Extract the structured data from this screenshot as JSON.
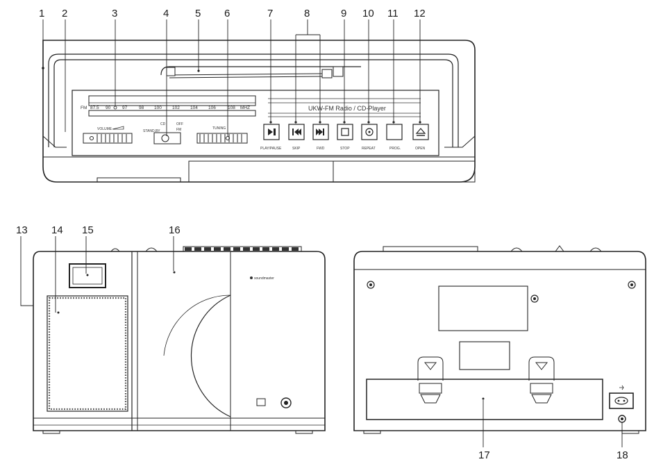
{
  "callouts": [
    "1",
    "2",
    "3",
    "4",
    "5",
    "6",
    "7",
    "8",
    "9",
    "10",
    "11",
    "12",
    "13",
    "14",
    "15",
    "16",
    "17",
    "18"
  ],
  "front_panel": {
    "dial_scale": [
      "FM",
      "87.5",
      "90",
      "97",
      "98",
      "100",
      "102",
      "104",
      "106",
      "108",
      "MHZ"
    ],
    "volume_label": "VOLUME",
    "tuning_label": "TUNING",
    "switch_labels": [
      "CD",
      "OFF",
      "STAND.BY",
      "FM"
    ],
    "cd_display": "UKW-FM Radio / CD-Player",
    "buttons": [
      "PLAY/PAUSE",
      "SKIP",
      "FWD",
      "STOP",
      "REPEAT",
      "PROG.",
      "OPEN"
    ]
  },
  "brand": "soundmaster"
}
